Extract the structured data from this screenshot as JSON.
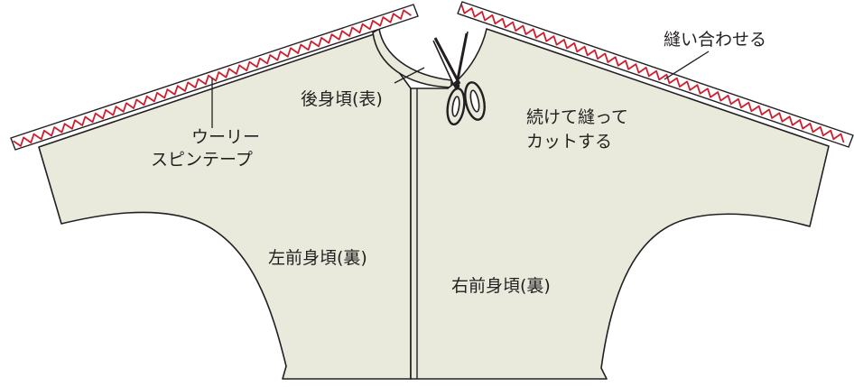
{
  "colors": {
    "fabric": "#e9eadb",
    "outline": "#231f20",
    "stitch": "#cf1f2e",
    "background": "#ffffff"
  },
  "icons": {
    "tool": "scissors-icon"
  },
  "labels": {
    "wooly_tape_line1": "ウーリー",
    "wooly_tape_line2": "スピンテープ",
    "back_body_outer": "後身頃(表)",
    "sew_together": "縫い合わせる",
    "continue_sew_line1": "続けて縫って",
    "continue_sew_line2": "カットする",
    "left_front_inner": "左前身頃(裏)",
    "right_front_inner": "右前身頃(裏)"
  }
}
